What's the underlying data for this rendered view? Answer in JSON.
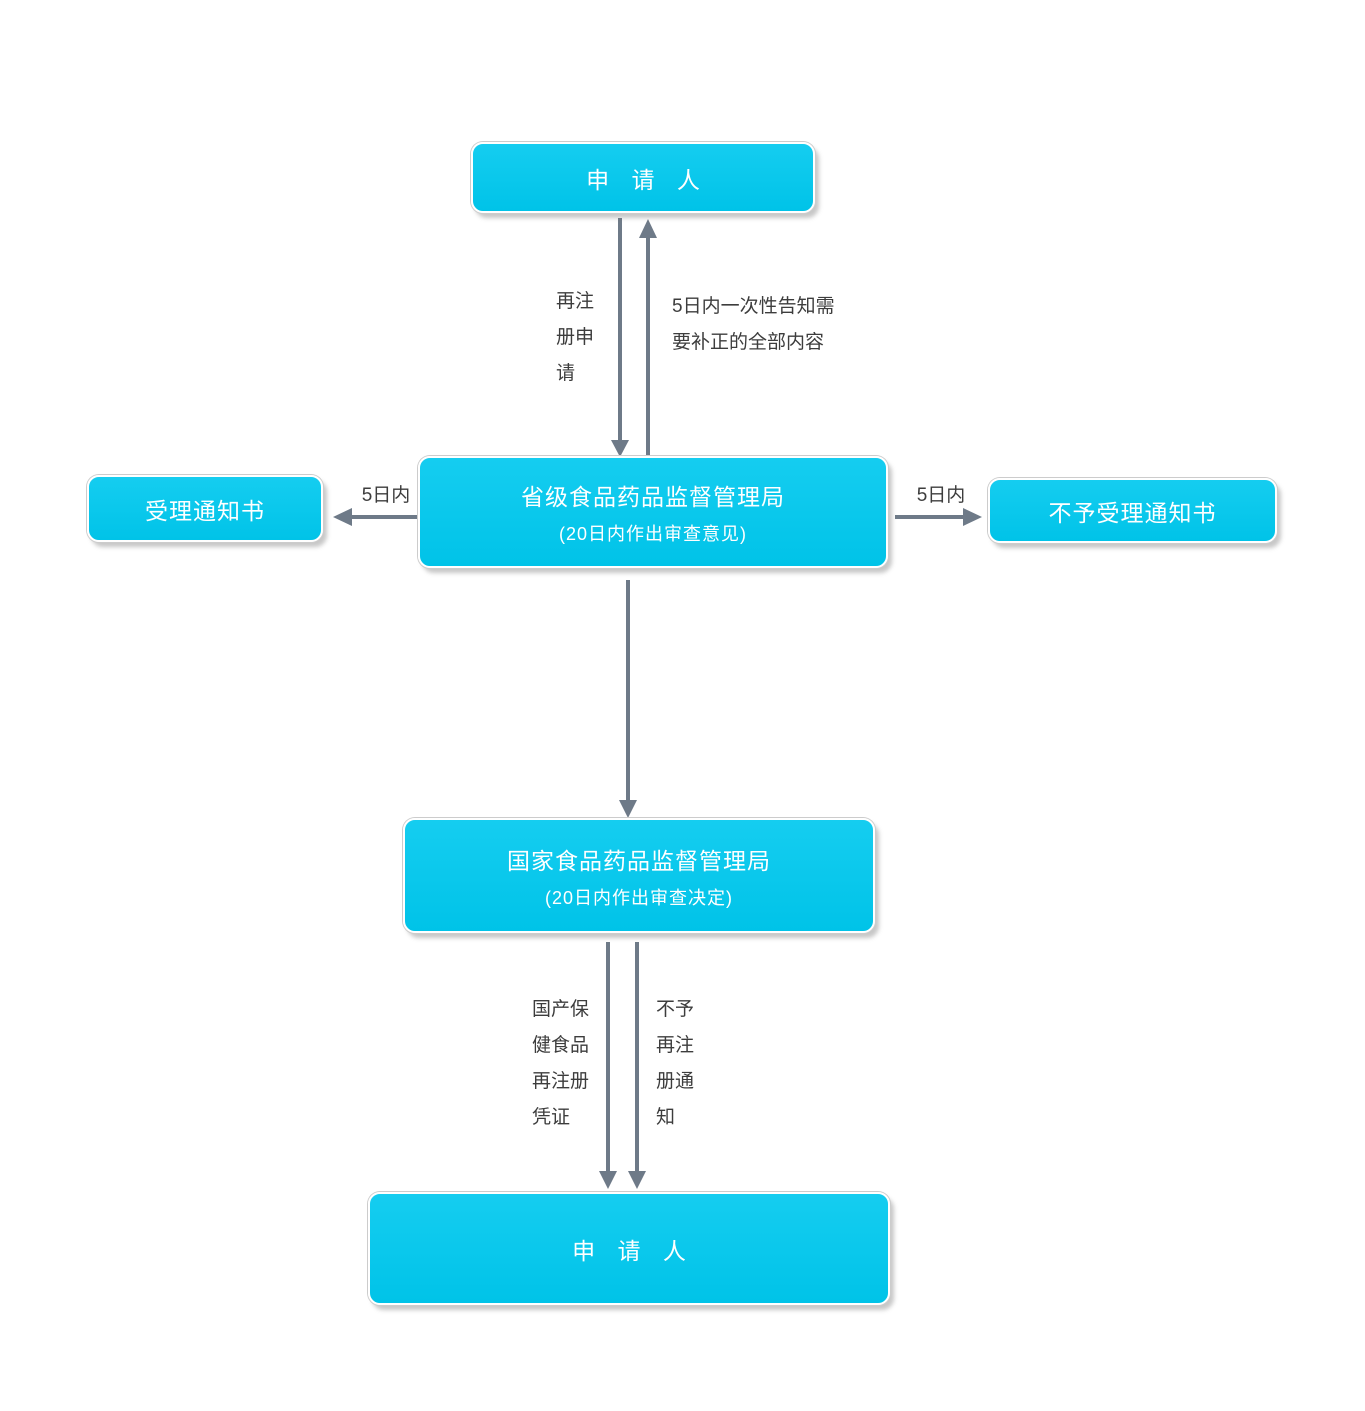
{
  "palette": {
    "node_fill_top": "#15cdf0",
    "node_fill_bottom": "#00c3e8",
    "node_border": "#ffffff",
    "node_text": "#ffffff",
    "arrow": "#6e7a88",
    "edge_label_text": "#3d3d3d",
    "background": "#ffffff"
  },
  "nodes": {
    "applicant_top": {
      "label": "申 请 人"
    },
    "provincial": {
      "title": "省级食品药品监督管理局",
      "subtitle": "(20日内作出审查意见)"
    },
    "accept_notice": {
      "label": "受理通知书"
    },
    "reject_notice": {
      "label": "不予受理通知书"
    },
    "national": {
      "title": "国家食品药品监督管理局",
      "subtitle": "(20日内作出审查决定)"
    },
    "applicant_bottom": {
      "label": "申 请 人"
    }
  },
  "edge_labels": {
    "reregister_application": "再注\n册申\n请",
    "supplement_notice": "5日内一次性告知需\n要补正的全部内容",
    "five_days_left": "5日内",
    "five_days_right": "5日内",
    "cert_issue": "国产保\n健食品\n再注册\n凭证",
    "deny_reregister": "不予\n再注\n册通\n知"
  }
}
